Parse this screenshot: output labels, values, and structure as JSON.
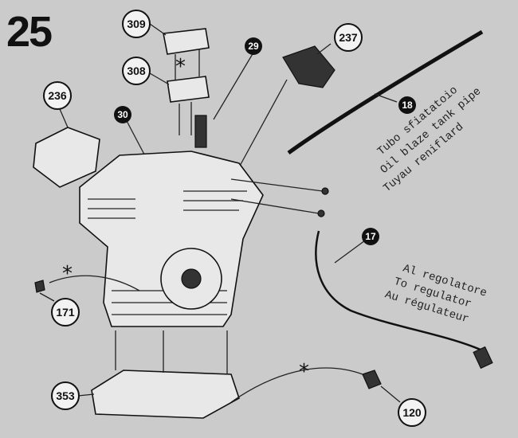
{
  "figure_number": "25",
  "callouts": {
    "c309": "309",
    "c237": "237",
    "c308": "308",
    "c236": "236",
    "c171": "171",
    "c353": "353",
    "c120": "120",
    "c29": "29",
    "c30": "30",
    "c18": "18",
    "c17": "17"
  },
  "asterisk": "*",
  "breather_note": [
    "Tubo sfiatatoio",
    "Oil blaze tank pipe",
    "Tuyau reniflard"
  ],
  "regulator_note": [
    "Al regolatore",
    "To regulator",
    "Au régulateur"
  ]
}
